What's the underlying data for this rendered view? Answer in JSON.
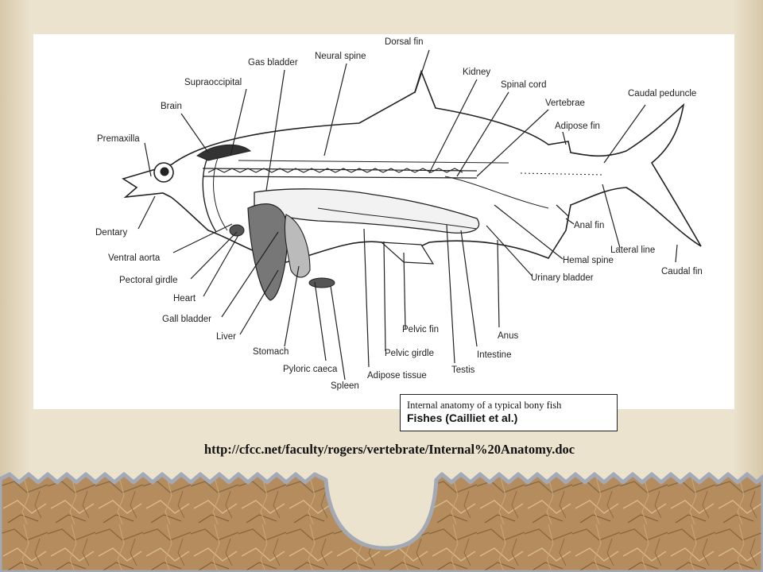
{
  "diagram": {
    "labels": {
      "dorsal_fin": "Dorsal fin",
      "neural_spine": "Neural spine",
      "gas_bladder": "Gas bladder",
      "kidney": "Kidney",
      "spinal_cord": "Spinal cord",
      "vertebrae": "Vertebrae",
      "supraoccipital": "Supraoccipital",
      "brain": "Brain",
      "caudal_peduncle": "Caudal peduncle",
      "adipose_fin": "Adipose fin",
      "premaxilla": "Premaxilla",
      "dentary": "Dentary",
      "anal_fin": "Anal fin",
      "lateral_line": "Lateral line",
      "hemal_spine": "Hemal spine",
      "caudal_fin": "Caudal fin",
      "urinary_bladder": "Urinary bladder",
      "ventral_aorta": "Ventral aorta",
      "pectoral_girdle": "Pectoral girdle",
      "heart": "Heart",
      "gall_bladder": "Gall bladder",
      "liver": "Liver",
      "stomach": "Stomach",
      "pyloric_caeca": "Pyloric caeca",
      "spleen": "Spleen",
      "adipose_tissue": "Adipose tissue",
      "pelvic_girdle": "Pelvic girdle",
      "pelvic_fin": "Pelvic fin",
      "testis": "Testis",
      "intestine": "Intestine",
      "anus": "Anus"
    }
  },
  "caption": {
    "line1": "Internal anatomy of a typical bony fish",
    "line2": "Fishes (Cailliet et al.)"
  },
  "source_url": "http://cfcc.net/faculty/rogers/vertebrate/Internal%20Anatomy.doc",
  "colors": {
    "background": "#ece3cf",
    "paper_texture": "#b28a5c",
    "paper_border": "#a9aeb8"
  }
}
